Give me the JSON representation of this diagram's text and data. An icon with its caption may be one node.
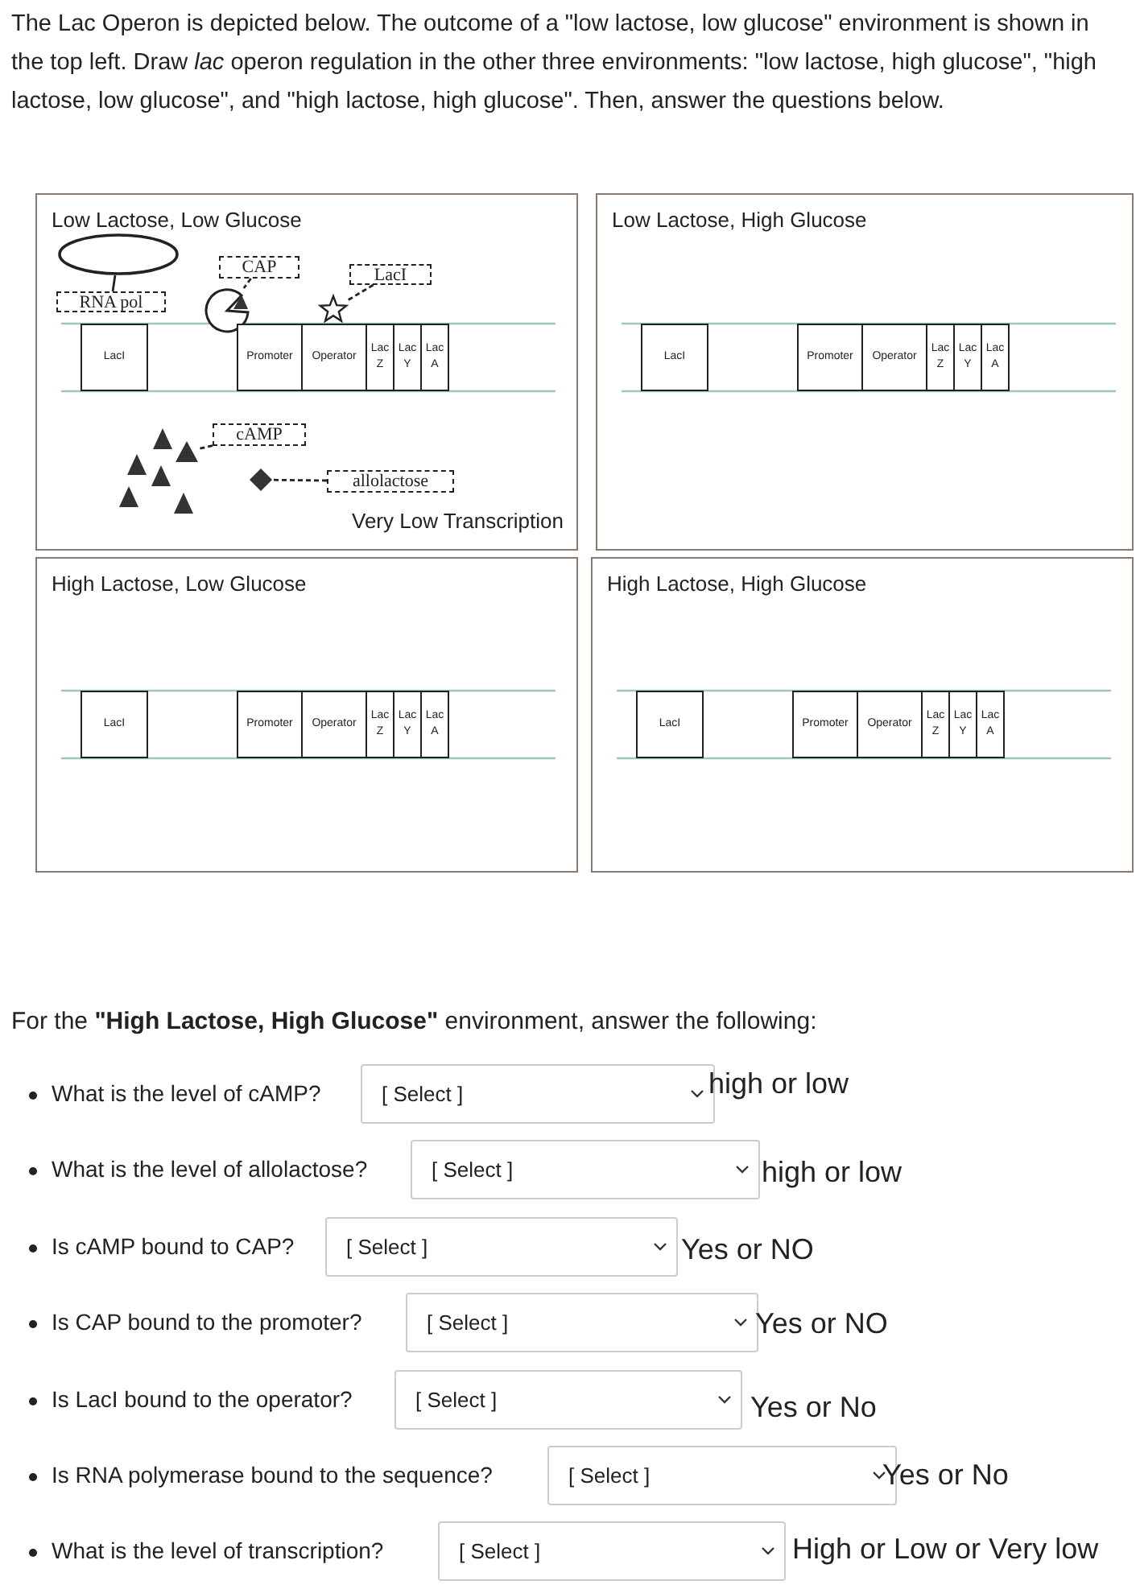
{
  "diagram": {
    "nodes": [
      {
        "text": [
          "Low Lactose, Low Glucose",
          "Very Low Transcription"
        ]
      },
      {
        "text": [],
        "shape": "circle",
        "in": 0
      },
      {
        "text": [
          "CAP"
        ],
        "in": 0
      },
      {
        "text": [
          "LacI"
        ],
        "in": 0
      },
      {
        "text": [
          "RNA pol"
        ],
        "in": 0
      },
      {
        "text": [],
        "shape": "circle",
        "in": 0
      },
      {
        "text": [],
        "shape": "star",
        "in": 0
      },
      {
        "text": [
          "LacI"
        ],
        "in": 0
      },
      {
        "text": [
          "Promoter"
        ],
        "in": 0
      },
      {
        "text": [
          "Operator"
        ],
        "in": 0
      },
      {
        "text": [
          "Lac Z"
        ],
        "in": 0
      },
      {
        "text": [
          "Lac Y"
        ],
        "in": 0
      },
      {
        "text": [
          "Lac A"
        ],
        "in": 0
      },
      {
        "text": [
          "cAMP"
        ],
        "in": 0
      },
      {
        "text": [],
        "shape": "triangle",
        "in": 0
      },
      {
        "text": [],
        "shape": "diamond",
        "in": 0
      },
      {
        "text": [
          "allolactose"
        ],
        "in": 0
      },
      {
        "text": [
          "Low Lactose, High Glucose"
        ]
      },
      {
        "text": [
          "LacI"
        ],
        "in": 17
      },
      {
        "text": [
          "Promoter"
        ],
        "in": 17
      },
      {
        "text": [
          "Operator"
        ],
        "in": 17
      },
      {
        "text": [
          "Lac Z"
        ],
        "in": 17
      },
      {
        "text": [
          "Lac Y"
        ],
        "in": 17
      },
      {
        "text": [
          "Lac A"
        ],
        "in": 17
      },
      {
        "text": [
          "High Lactose, Low Glucose"
        ]
      },
      {
        "text": [
          "LacI"
        ],
        "in": 24
      },
      {
        "text": [
          "Promoter"
        ],
        "in": 24
      },
      {
        "text": [
          "Operator"
        ],
        "in": 24
      },
      {
        "text": [
          "Lac Z"
        ],
        "in": 24
      },
      {
        "text": [
          "Lac Y"
        ],
        "in": 24
      },
      {
        "text": [
          "Lac A"
        ],
        "in": 24
      },
      {
        "text": [
          "High Lactose, High Glucose"
        ]
      },
      {
        "text": [
          "LacI"
        ],
        "in": 31
      },
      {
        "text": [
          "Promoter"
        ],
        "in": 31
      },
      {
        "text": [
          "Operator"
        ],
        "in": 31
      },
      {
        "text": [
          "Lac Z"
        ],
        "in": 31
      },
      {
        "text": [
          "Lac Y"
        ],
        "in": 31
      },
      {
        "text": [
          "Lac A"
        ],
        "in": 31
      }
    ],
    "edges": [
      {
        "from": 1,
        "to": 4,
        "arrow": "none"
      },
      {
        "from": 2,
        "to": 5,
        "arrow": "none",
        "style": "dashed"
      },
      {
        "from": 3,
        "to": 6,
        "arrow": "none",
        "style": "dashed"
      },
      {
        "from": 13,
        "to": 14,
        "arrow": "none",
        "style": "dashed"
      },
      {
        "from": 16,
        "to": 15,
        "arrow": "none",
        "style": "dashed"
      }
    ],
    "labels": [
      "The Lac Operon is depicted below. The outcome of a \"low lactose, low glucose\" environment is shown in the top left. Draw *lac* operon regulation in the other three environments: \"low lactose, high glucose\", \"high lactose, low glucose\", and \"high lactose, high glucose\". Then, answer the questions below.",
      "For the **\"High Lactose, High Glucose\"** environment, answer the following:",
      "What is the level of cAMP?",
      "[ Select ]",
      "high or low",
      "What is the level of allolactose?",
      "[ Select ]",
      "high or low",
      "Is cAMP bound to CAP?",
      "[ Select ]",
      "Yes or NO",
      "Is CAP bound to the promoter?",
      "[ Select ]",
      "Yes or NO",
      "Is LacI bound to the operator?",
      "[ Select ]",
      "Yes or No",
      "Is RNA polymerase bound to the sequence?",
      "[ Select ]",
      "Yes or No",
      "What is the level of transcription?",
      "[ Select ]",
      "High or Low or Very low"
    ]
  }
}
